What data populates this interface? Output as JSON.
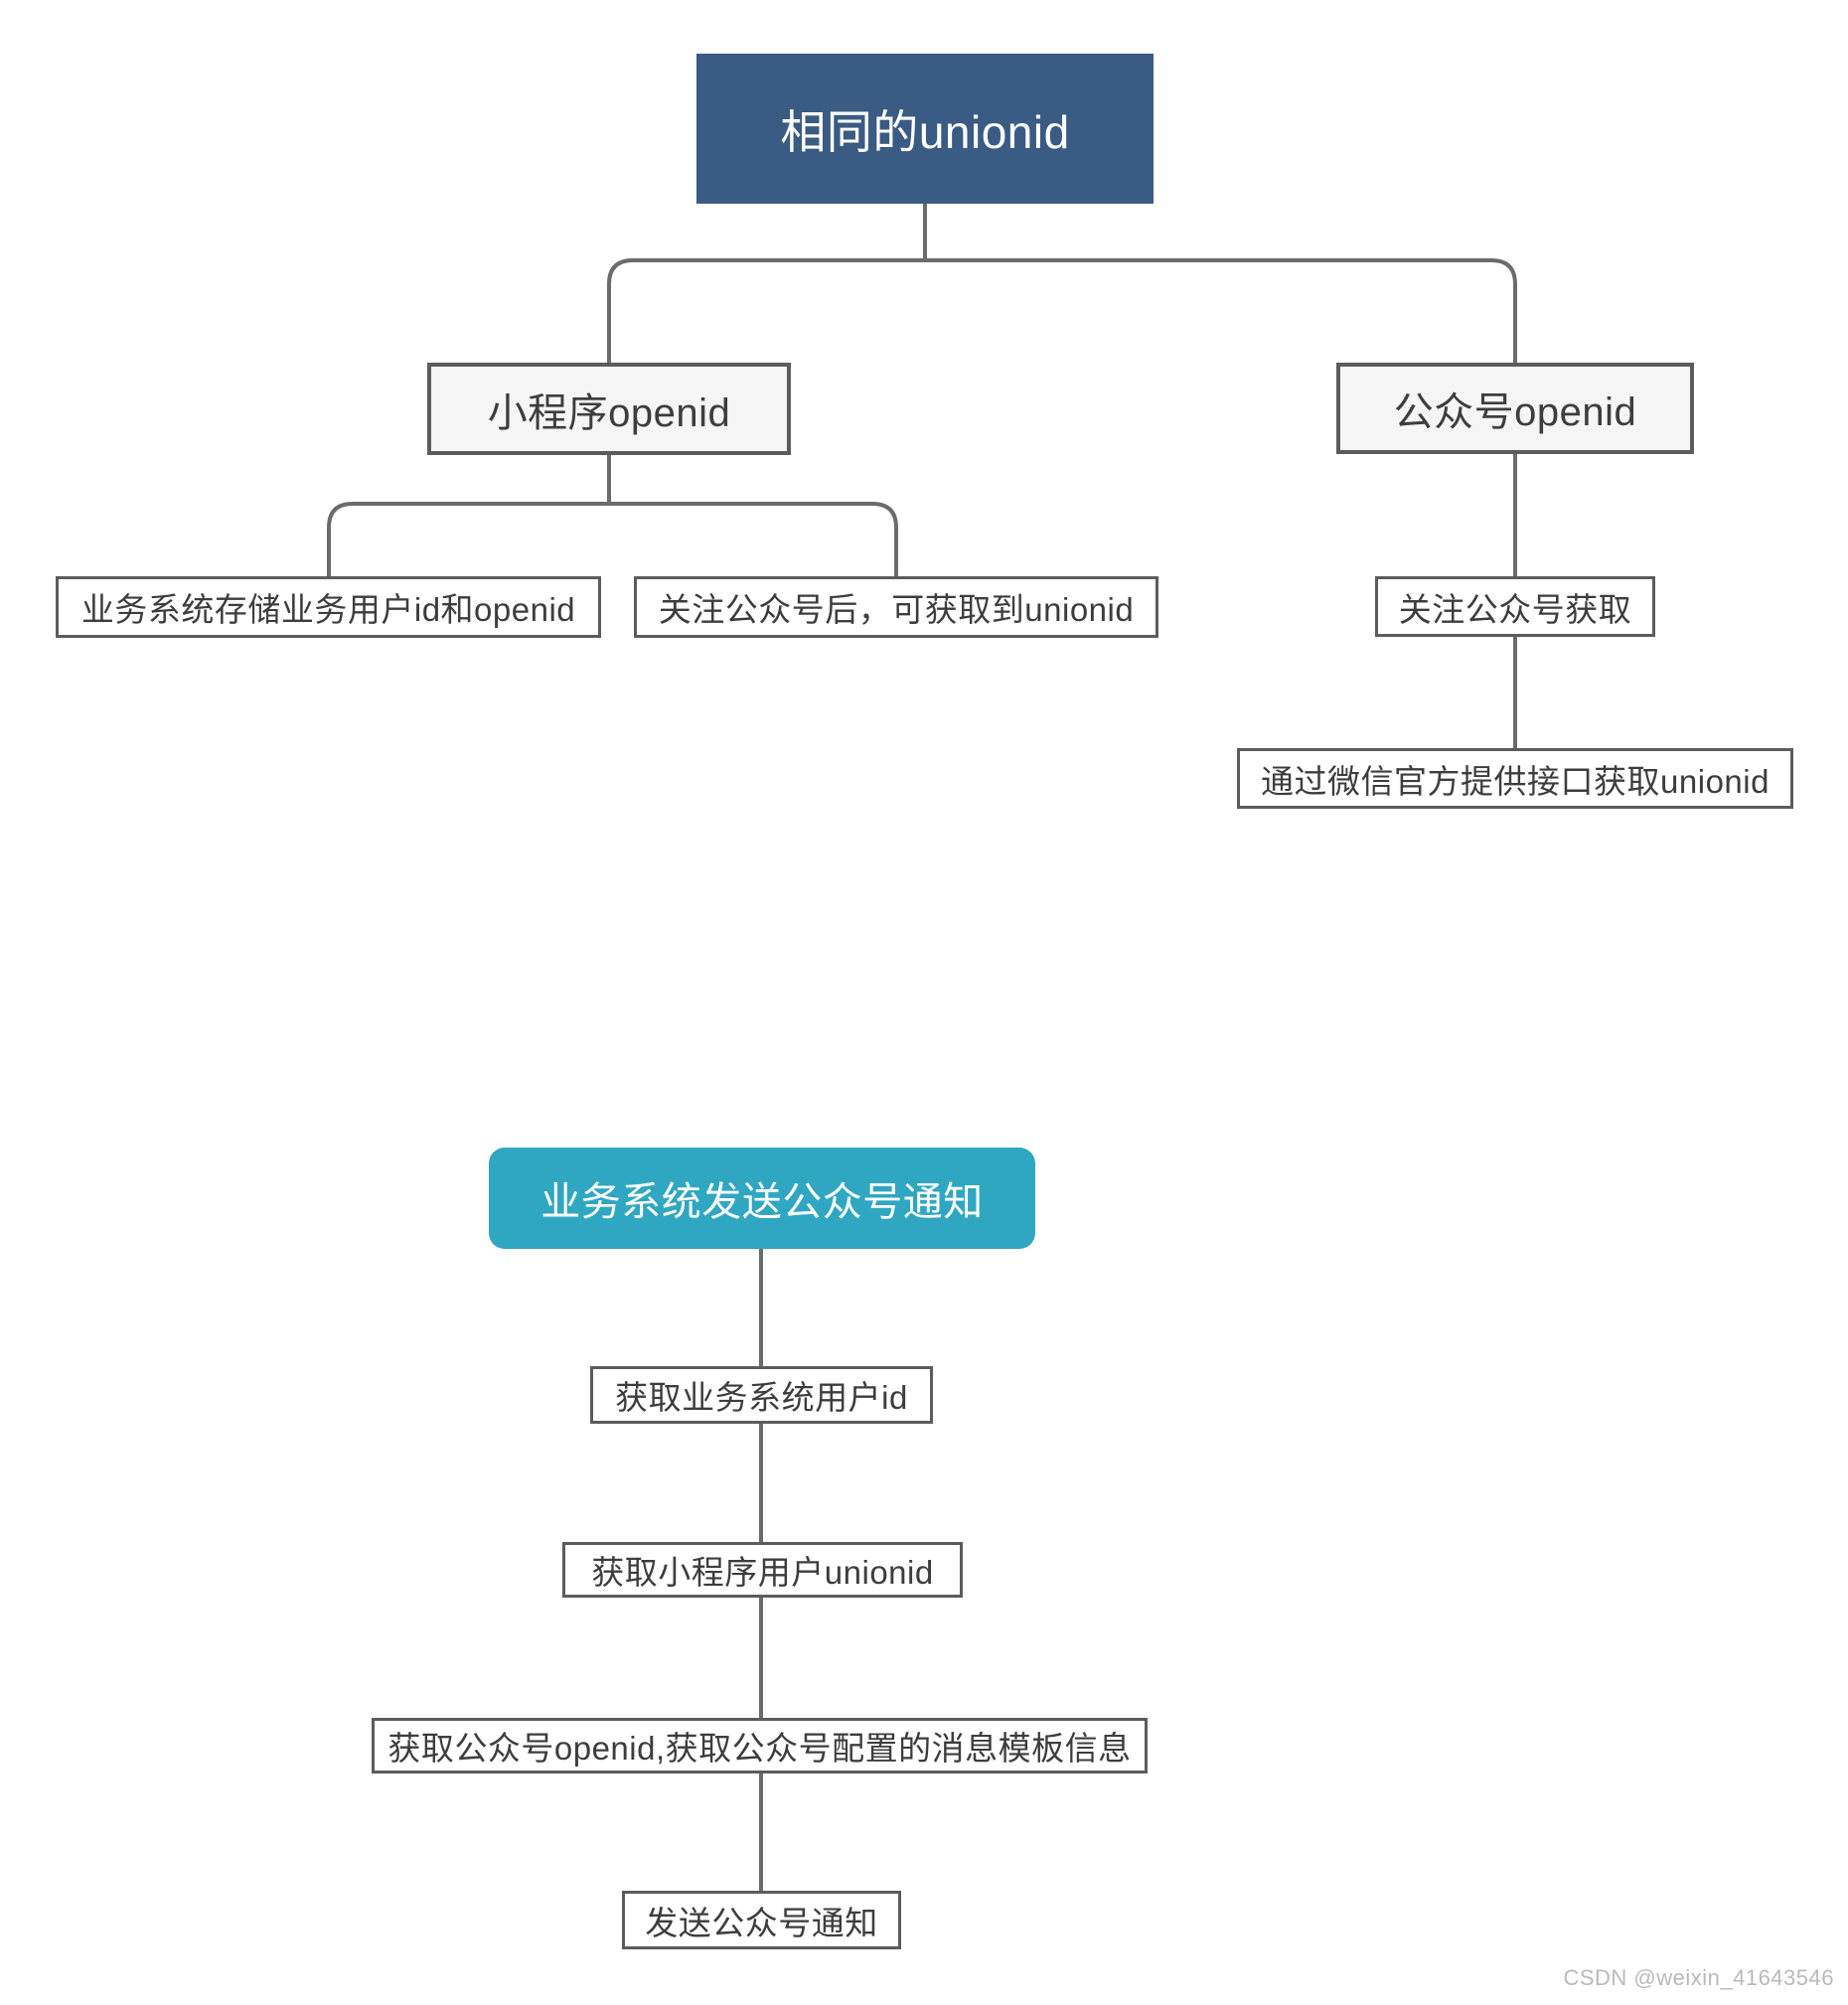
{
  "tree1": {
    "root": {
      "label": "相同的unionid"
    },
    "children": [
      {
        "label": "小程序openid",
        "children": [
          {
            "label": "业务系统存储业务用户id和openid"
          },
          {
            "label": "关注公众号后，可获取到unionid"
          }
        ]
      },
      {
        "label": "公众号openid",
        "children": [
          {
            "label": "关注公众号获取",
            "children": [
              {
                "label": "通过微信官方提供接口获取unionid"
              }
            ]
          }
        ]
      }
    ]
  },
  "tree2": {
    "root": {
      "label": "业务系统发送公众号通知"
    },
    "steps": [
      {
        "label": "获取业务系统用户id"
      },
      {
        "label": "获取小程序用户unionid"
      },
      {
        "label": "获取公众号openid,获取公众号配置的消息模板信息"
      },
      {
        "label": "发送公众号通知"
      }
    ]
  },
  "watermark": "CSDN @weixin_41643546",
  "colors": {
    "root1_bg": "#3A5B83",
    "root2_bg": "#2FA7C2",
    "connector_line": "#6B6B6B",
    "box_border": "#5C5C5C",
    "box_text": "#3D3D3D",
    "level1_fill": "#F5F5F5",
    "watermark_text": "#BABABA"
  }
}
